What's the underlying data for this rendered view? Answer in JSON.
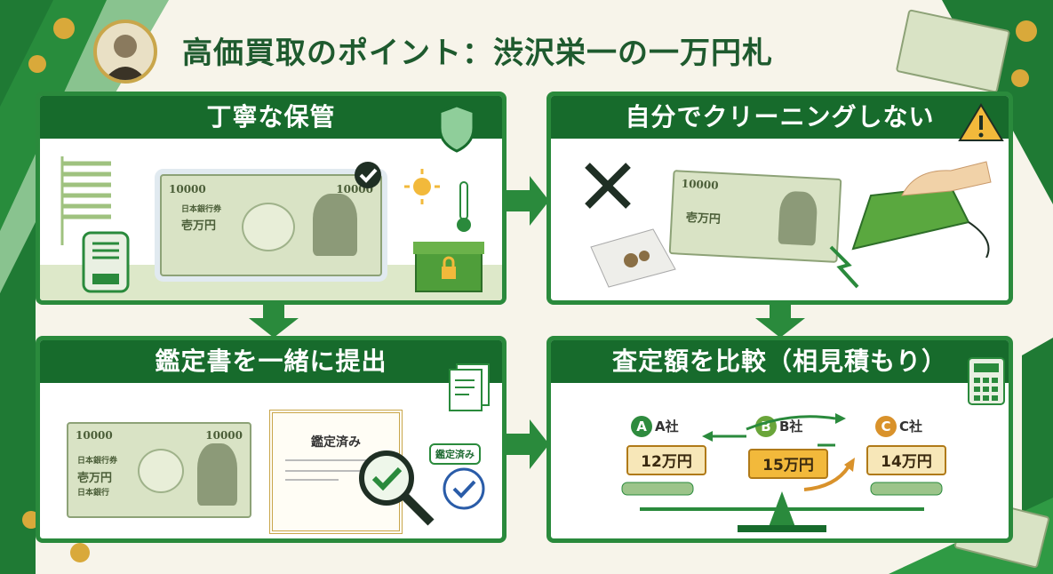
{
  "title": "高価買取のポイント：渋沢栄一の一万円札",
  "panels": {
    "storage": {
      "heading": "丁寧な保管"
    },
    "cleaning": {
      "heading": "自分でクリーニングしない"
    },
    "certificate": {
      "heading": "鑑定書を一緒に提出",
      "doc_title": "鑑定済み",
      "badge": "鑑定済み"
    },
    "compare": {
      "heading": "査定額を比較（相見積もり）",
      "companies": [
        {
          "letter": "A",
          "name": "A社",
          "price": "12万円",
          "color": "#2e8b3e"
        },
        {
          "letter": "B",
          "name": "B社",
          "price": "15万円",
          "color": "#6aa53a"
        },
        {
          "letter": "C",
          "name": "C社",
          "price": "14万円",
          "color": "#d9922b"
        }
      ]
    }
  },
  "bill": {
    "denomination": "10000",
    "line1": "日本銀行券",
    "line2": "壱万円",
    "line3": "日本銀行"
  },
  "colors": {
    "dark_green": "#176b2c",
    "green": "#2a8a3c",
    "gold": "#d9a93a",
    "tag_gold": "#f2b93b"
  }
}
